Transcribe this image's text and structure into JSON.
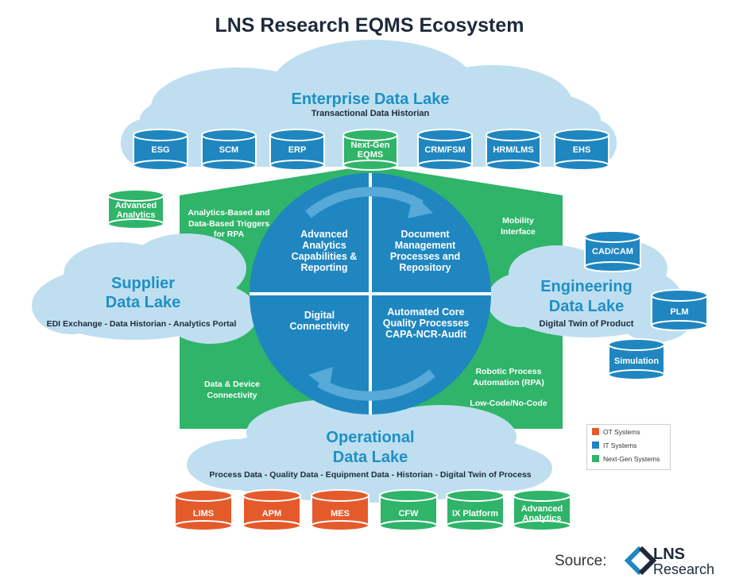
{
  "title": "LNS Research EQMS Ecosystem",
  "colors": {
    "cloud": "#bfdff0",
    "it_blue": "#1f86c0",
    "ot_red": "#e55a2b",
    "nextgen_green": "#2fb469",
    "title_text": "#1e2a3a",
    "lake_title": "#1f8fc5"
  },
  "enterprise": {
    "title": "Enterprise Data Lake",
    "subtitle": "Transactional Data Historian",
    "systems": [
      {
        "label": "ESG",
        "type": "IT"
      },
      {
        "label": "SCM",
        "type": "IT"
      },
      {
        "label": "ERP",
        "type": "IT"
      },
      {
        "label": "Next-Gen EQMS",
        "type": "Next-Gen"
      },
      {
        "label": "CRM/FSM",
        "type": "IT"
      },
      {
        "label": "HRM/LMS",
        "type": "IT"
      },
      {
        "label": "EHS",
        "type": "IT"
      }
    ]
  },
  "supplier": {
    "title_line1": "Supplier",
    "title_line2": "Data Lake",
    "subtitle": "EDI Exchange - Data Historian - Analytics Portal",
    "advanced_analytics": "Advanced Analytics"
  },
  "engineering": {
    "title_line1": "Engineering",
    "title_line2": "Data Lake",
    "subtitle": "Digital Twin of Product",
    "systems": [
      "CAD/CAM",
      "PLM",
      "Simulation"
    ]
  },
  "operational": {
    "title_line1": "Operational",
    "title_line2": "Data Lake",
    "subtitle": "Process Data - Quality Data - Equipment Data - Historian - Digital Twin of Process",
    "systems": [
      {
        "label": "LIMS",
        "type": "OT"
      },
      {
        "label": "APM",
        "type": "OT"
      },
      {
        "label": "MES",
        "type": "OT"
      },
      {
        "label": "CFW",
        "type": "Next-Gen"
      },
      {
        "label": "IX Platform",
        "type": "Next-Gen"
      },
      {
        "label": "Advanced Analytics",
        "type": "Next-Gen"
      }
    ]
  },
  "green_labels": {
    "top_left": "Analytics-Based and Data-Based Triggers for RPA",
    "top_right": "Mobility Interface",
    "bottom_left": "Data & Device Connectivity",
    "bottom_right_1": "Robotic Process Automation (RPA)",
    "bottom_right_2": "Low-Code/No-Code"
  },
  "quadrants": {
    "top_left": "Advanced Analytics Capabilities & Reporting",
    "top_right": "Document Management Processes and Repository",
    "bottom_left": "Digital Connectivity",
    "bottom_right": "Automated Core Quality Processes CAPA-NCR-Audit"
  },
  "legend": [
    {
      "label": "OT Systems",
      "color": "#e55a2b"
    },
    {
      "label": "IT Systems",
      "color": "#1f86c0"
    },
    {
      "label": "Next-Gen Systems",
      "color": "#2fb469"
    }
  ],
  "source": {
    "label": "Source:",
    "logo_line1": "LNS",
    "logo_line2": "Research"
  }
}
